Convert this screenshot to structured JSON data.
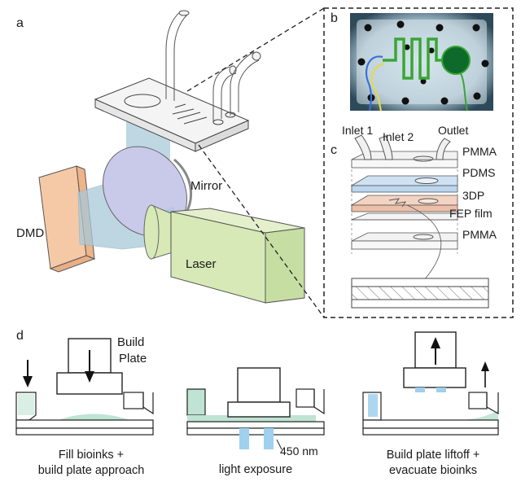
{
  "panels": {
    "a": "a",
    "b": "b",
    "c": "c",
    "d": "d"
  },
  "panel_a": {
    "mirror": "Mirror",
    "dmd": "DMD",
    "laser": "Laser"
  },
  "panel_c": {
    "inlet1": "Inlet 1",
    "inlet2": "Inlet 2",
    "outlet": "Outlet",
    "layers": [
      "PMMA",
      "PDMS",
      "3DP",
      "FEP film",
      "PMMA"
    ]
  },
  "panel_d": {
    "build_plate_line1": "Build",
    "build_plate_line2": "Plate",
    "wavelength": "450 nm",
    "steps": [
      {
        "line1": "Fill bioinks +",
        "line2": "build plate approach"
      },
      {
        "line1": "light exposure",
        "line2": ""
      },
      {
        "line1": "Build plate liftoff +",
        "line2": "evacuate bioinks"
      }
    ]
  },
  "colors": {
    "bioink": "#bfe3d4",
    "light": "#9fd0ee",
    "dmd": "#f6c9a6",
    "mirror": "#c9c9ea",
    "laser": "#d6e9b6",
    "beam": "#a9c9d8",
    "photo_bg": "#1e3a4a",
    "channel_green": "#3aa635"
  }
}
